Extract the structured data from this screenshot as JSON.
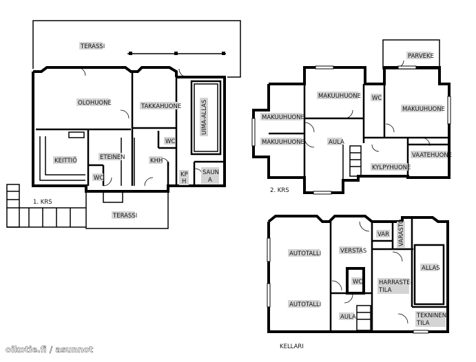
{
  "floors": {
    "first": {
      "label": "1. KRS",
      "rooms": {
        "terassi_top": "TERASSI",
        "olohuone": "OLOHUONE",
        "takkahuone": "TAKKAHUONE",
        "uima_allas": "UIMA-ALLAS",
        "keittio": "KEITTIÖ",
        "eteinen": "ETEINEN",
        "wc_a": "WC",
        "wc_b": "WC",
        "khh": "KHH",
        "kph_line1": "KP",
        "kph_line2": "H",
        "sauna_line1": "SAUN",
        "sauna_line2": "A",
        "terassi_bottom": "TERASSI"
      }
    },
    "second": {
      "label": "2. KRS",
      "rooms": {
        "parveke": "PARVEKE",
        "makuuhuone_a": "MAKUUHUONE",
        "makuuhuone_b": "MAKUUHUONE",
        "makuuhuone_c": "MAKUUHUONE",
        "makuuhuone_d": "MAKUUHUONE",
        "wc": "WC",
        "aula": "AULA",
        "kylpyhuone": "KYLPYHUONE",
        "vaatehuone": "VAATEHUONE"
      }
    },
    "basement": {
      "label": "KELLARI",
      "rooms": {
        "autotalli_a": "AUTOTALLI",
        "autotalli_b": "AUTOTALLI",
        "verstas": "VERSTAS",
        "var": "VAR",
        "varasto": "VARASTO",
        "wc": "WC",
        "harraste_line1": "HARRASTE-",
        "harraste_line2": "TILA",
        "allas": "ALLAS",
        "aula": "AULA",
        "tekninen_line1": "TEKNINEN",
        "tekninen_line2": "TILA"
      }
    }
  },
  "watermark": "oikotie.fi / asunnot"
}
